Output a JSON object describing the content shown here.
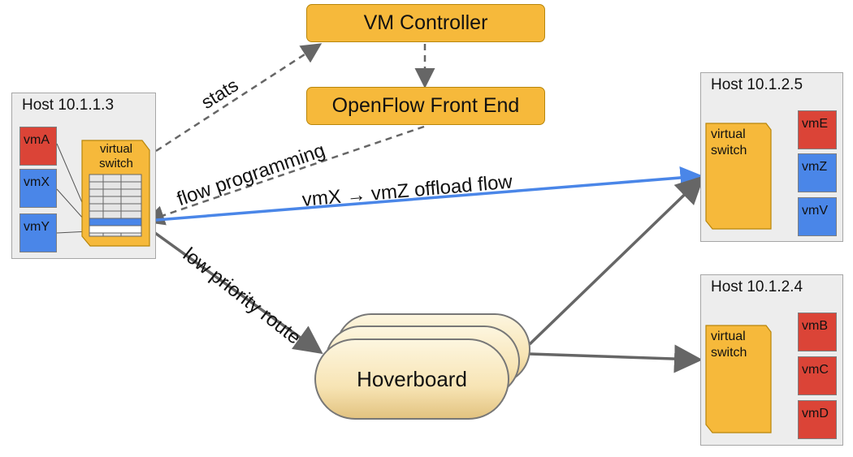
{
  "controllers": {
    "vm_controller": "VM Controller",
    "openflow_front_end": "OpenFlow Front End"
  },
  "hosts": {
    "h113": {
      "label": "Host 10.1.1.3",
      "vms": [
        "vmA",
        "vmX",
        "vmY"
      ],
      "switch_label": "virtual switch"
    },
    "h125": {
      "label": "Host 10.1.2.5",
      "vms": [
        "vmE",
        "vmZ",
        "vmV"
      ],
      "switch_label": "virtual switch"
    },
    "h124": {
      "label": "Host 10.1.2.4",
      "vms": [
        "vmB",
        "vmC",
        "vmD"
      ],
      "switch_label": "virtual switch"
    }
  },
  "hoverboard": {
    "label": "Hoverboard"
  },
  "edges": {
    "stats": "stats",
    "flow_programming": "flow programming",
    "offload_flow": "vmX → vmZ offload flow",
    "low_priority_route": "low priority route"
  },
  "colors": {
    "controller_fill": "#f6b93b",
    "switch_fill": "#f6b93b",
    "vm_red": "#db4437",
    "vm_blue": "#4a86e8",
    "offload_line": "#4a86e8",
    "arrow_gray": "#666666",
    "hoverboard_fill": "#fdf1cf"
  }
}
